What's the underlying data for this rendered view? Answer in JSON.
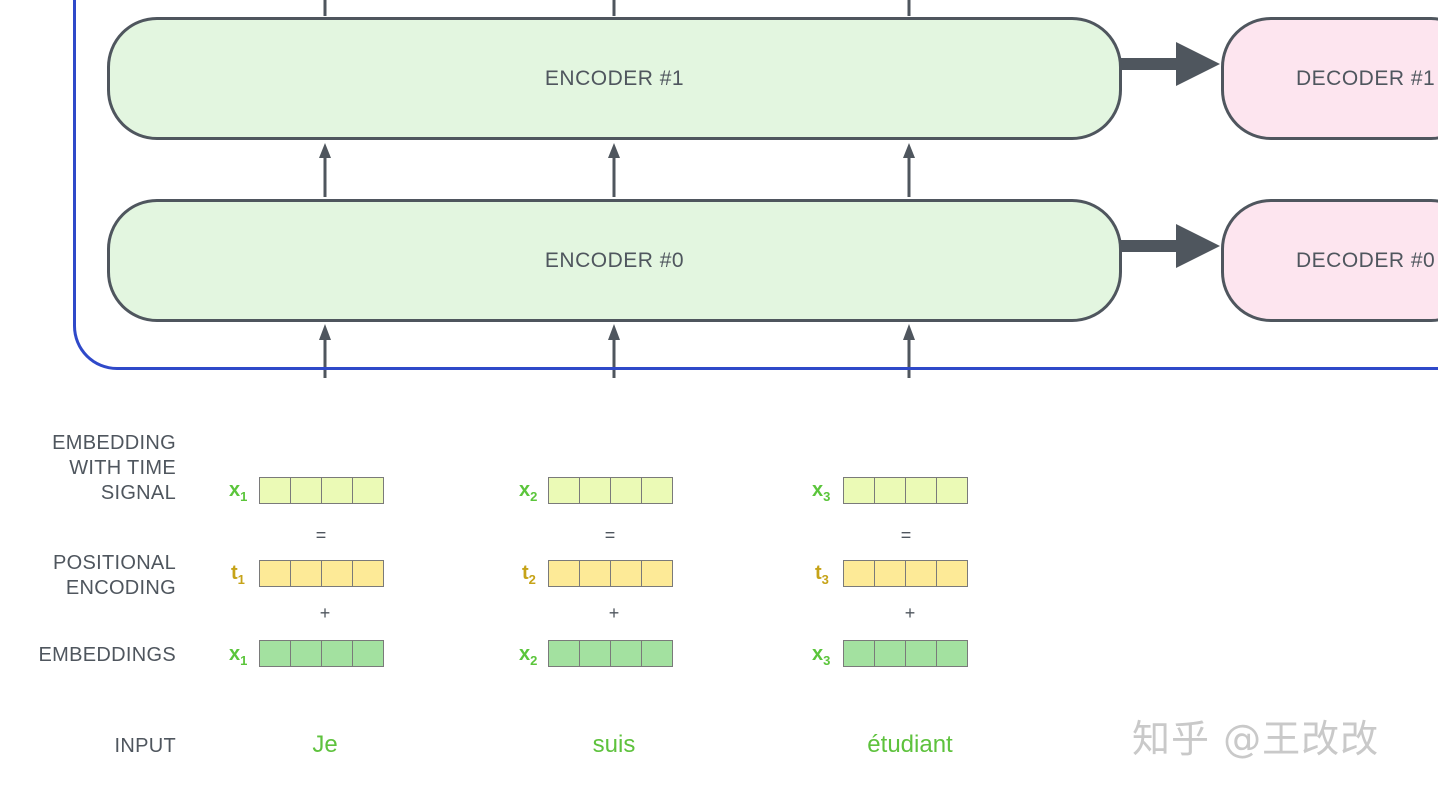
{
  "encoders": [
    {
      "label": "ENCODER #1"
    },
    {
      "label": "ENCODER #0"
    }
  ],
  "decoders": [
    {
      "label": "DECODER #1"
    },
    {
      "label": "DECODER #0"
    }
  ],
  "row_labels": {
    "signal": "EMBEDDING\nWITH TIME\nSIGNAL",
    "positional": "POSITIONAL\nENCODING",
    "embeddings": "EMBEDDINGS",
    "input": "INPUT"
  },
  "columns": [
    {
      "signal_sym": "x",
      "signal_sub": "1",
      "pos_sym": "t",
      "pos_sub": "1",
      "emb_sym": "x",
      "emb_sub": "1",
      "equals": "=",
      "plus": "+",
      "word": "Je"
    },
    {
      "signal_sym": "x",
      "signal_sub": "2",
      "pos_sym": "t",
      "pos_sub": "2",
      "emb_sym": "x",
      "emb_sub": "2",
      "equals": "=",
      "plus": "+",
      "word": "suis"
    },
    {
      "signal_sym": "x",
      "signal_sub": "3",
      "pos_sym": "t",
      "pos_sub": "3",
      "emb_sym": "x",
      "emb_sub": "3",
      "equals": "=",
      "plus": "+",
      "word": "étudiant"
    }
  ],
  "watermark": "知乎 @王改改",
  "colors": {
    "encoder_fill": "#e3f6e0",
    "decoder_fill": "#fde5ef",
    "stack_border": "#2f49c9",
    "signal_cell": "#ebfab6",
    "positional_cell": "#fdea97",
    "embedding_cell": "#a3e1a0",
    "word_green": "#5ec23d"
  }
}
